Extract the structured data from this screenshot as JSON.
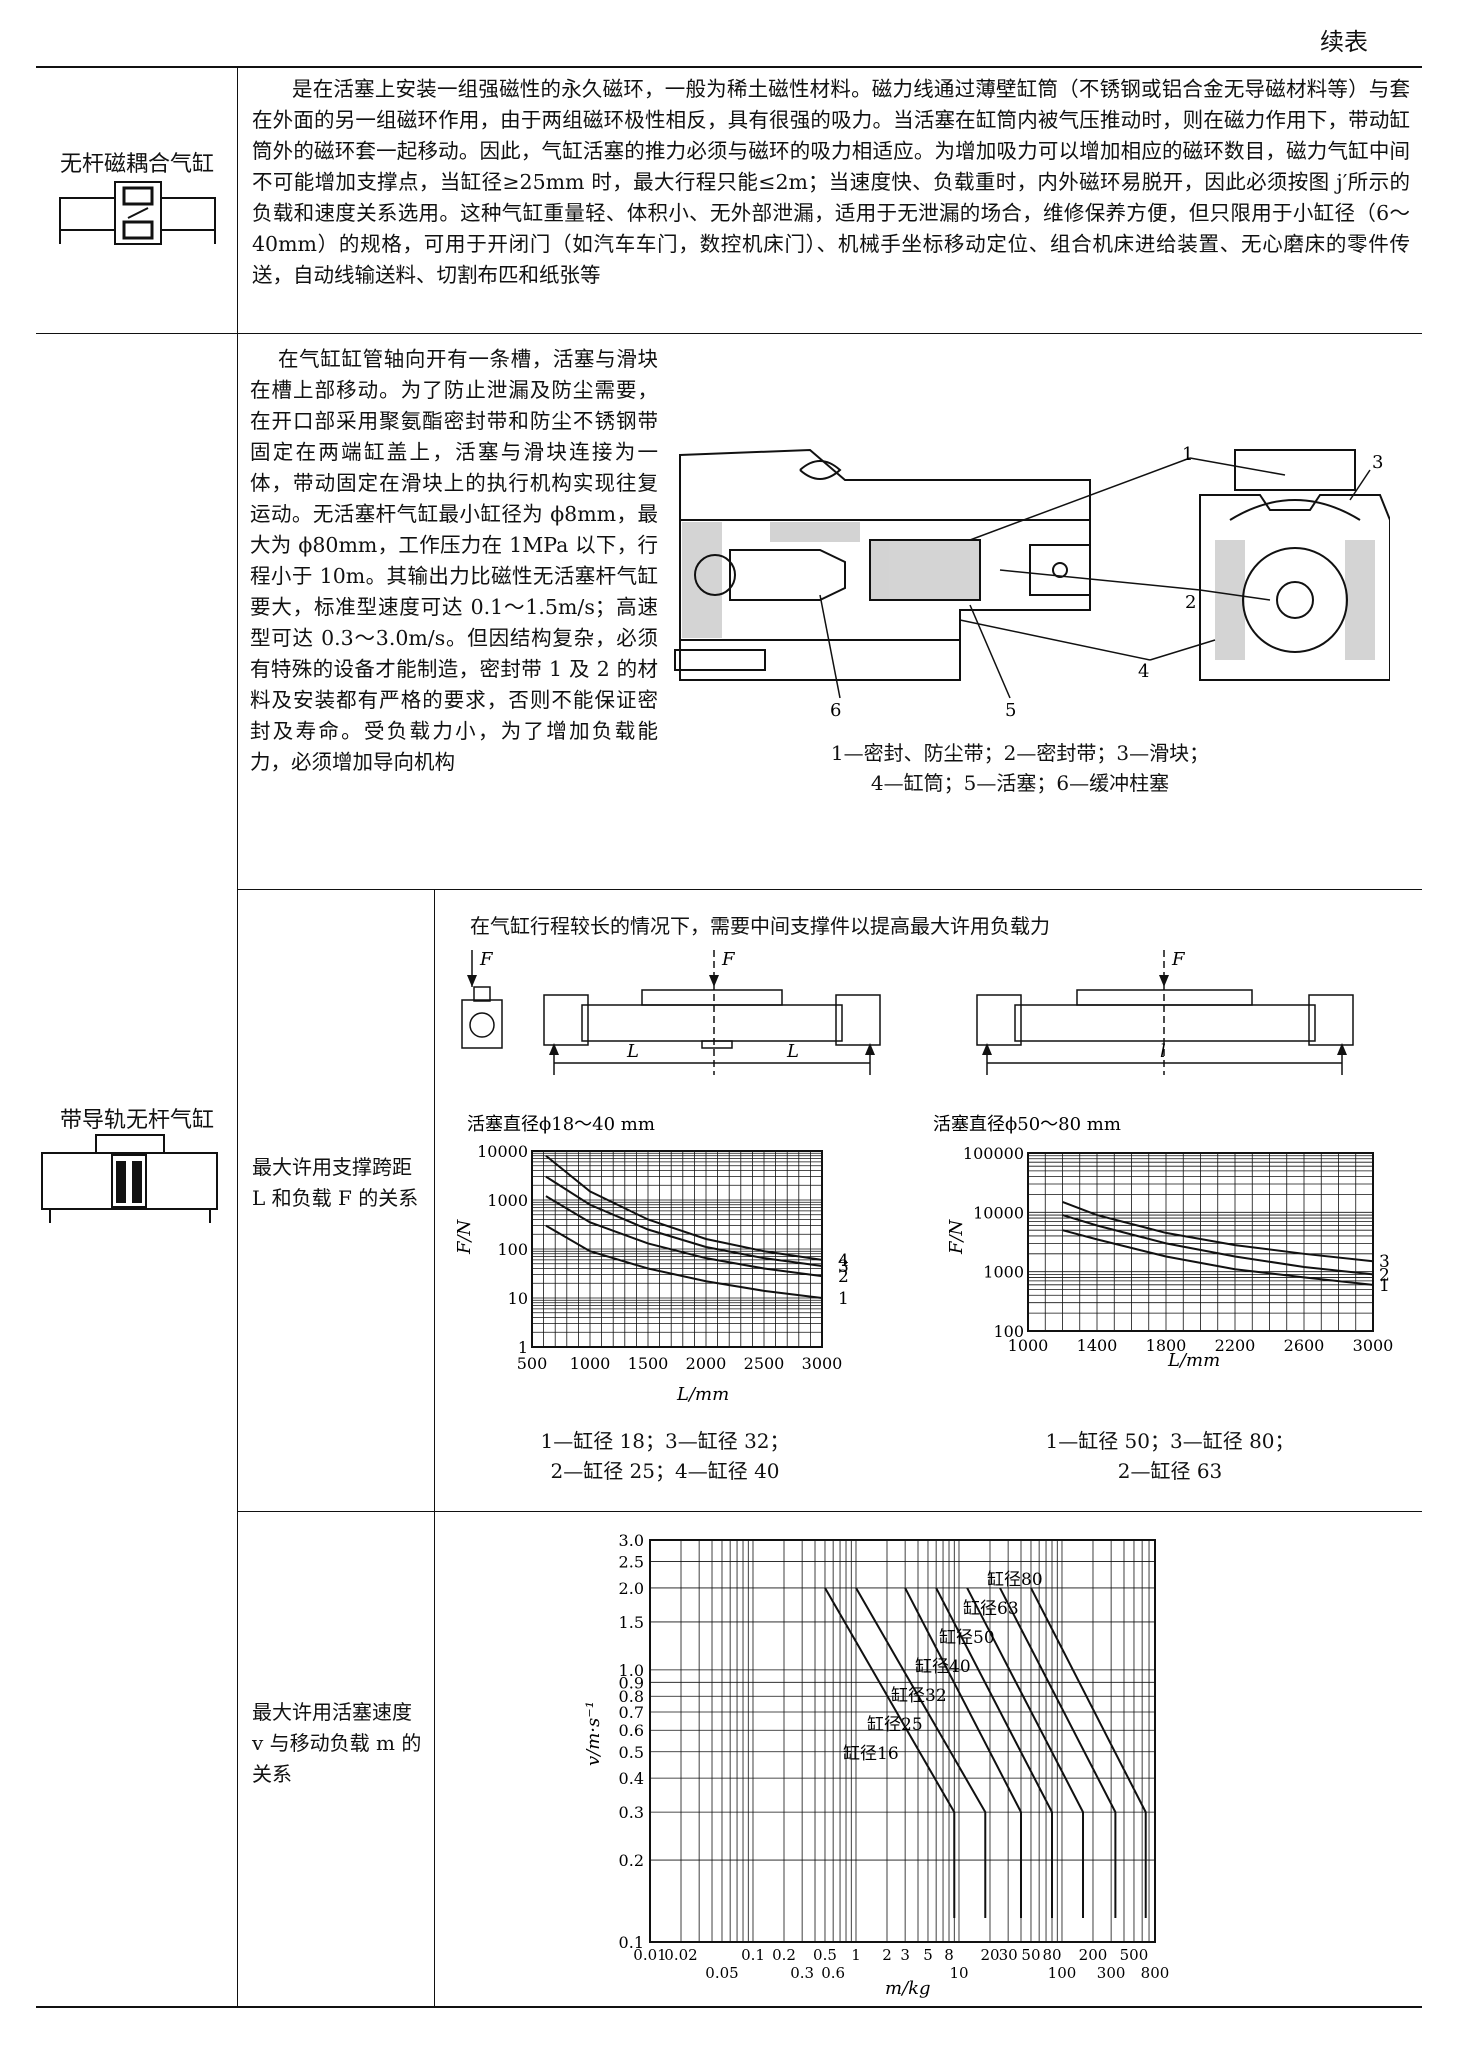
{
  "header": {
    "continued": "续表"
  },
  "row1": {
    "name": "无杆磁耦合气缸",
    "text": "是在活塞上安装一组强磁性的永久磁环，一般为稀土磁性材料。磁力线通过薄壁缸筒（不锈钢或铝合金无导磁材料等）与套在外面的另一组磁环作用，由于两组磁环极性相反，具有很强的吸力。当活塞在缸筒内被气压推动时，则在磁力作用下，带动缸筒外的磁环套一起移动。因此，气缸活塞的推力必须与磁环的吸力相适应。为增加吸力可以增加相应的磁环数目，磁力气缸中间不可能增加支撑点，当缸径≥25mm 时，最大行程只能≤2m；当速度快、负载重时，内外磁环易脱开，因此必须按图 j′所示的负载和速度关系选用。这种气缸重量轻、体积小、无外部泄漏，适用于无泄漏的场合，维修保养方便，但只限用于小缸径（6～40mm）的规格，可用于开闭门（如汽车车门，数控机床门）、机械手坐标移动定位、组合机床进给装置、无心磨床的零件传送，自动线输送料、切割布匹和纸张等"
  },
  "row2": {
    "name": "带导轨无杆气缸",
    "text": "在气缸缸管轴向开有一条槽，活塞与滑块在槽上部移动。为了防止泄漏及防尘需要，在开口部采用聚氨酯密封带和防尘不锈钢带固定在两端缸盖上，活塞与滑块连接为一体，带动固定在滑块上的执行机构实现往复运动。无活塞杆气缸最小缸径为 ϕ8mm，最大为 ϕ80mm，工作压力在 1MPa 以下，行程小于 10m。其输出力比磁性无活塞杆气缸要大，标准型速度可达 0.1～1.5m/s；高速型可达 0.3～3.0m/s。但因结构复杂，必须有特殊的设备才能制造，密封带 1 及 2 的材料及安装都有严格的要求，否则不能保证密封及寿命。受负载力小，为了增加负载能力，必须增加导向机构",
    "drawing_labels": [
      "1",
      "2",
      "3",
      "4",
      "5",
      "6"
    ],
    "caption_line1": "1—密封、防尘带；2—密封带；3—滑块；",
    "caption_line2": "4—缸筒；5—活塞；6—缓冲柱塞"
  },
  "row3": {
    "label": "最大许用支撑跨距 L 和负载 F 的关系",
    "note": "在气缸行程较长的情况下，需要中间支撑件以提高最大许用负载力",
    "force_label": "F",
    "span_label_L": "L",
    "span_label_l": "l",
    "chart1": {
      "title": "活塞直径ϕ18～40 mm",
      "ylabel": "F/N",
      "xlabel": "L/mm",
      "yticks": [
        "10000",
        "1000",
        "100",
        "10",
        "1"
      ],
      "xticks": [
        "500",
        "1000",
        "1500",
        "2000",
        "2500",
        "3000"
      ],
      "curve_labels": [
        "4",
        "3",
        "2",
        "1"
      ],
      "caption1": "1—缸径 18；3—缸径 32；",
      "caption2": "2—缸径 25；4—缸径 40"
    },
    "chart2": {
      "title": "活塞直径ϕ50～80 mm",
      "ylabel": "F/N",
      "xlabel": "L/mm",
      "yticks": [
        "100000",
        "10000",
        "1000",
        "100"
      ],
      "xticks": [
        "1000",
        "1400",
        "1800",
        "2200",
        "2600",
        "3000"
      ],
      "curve_labels": [
        "3",
        "2",
        "1"
      ],
      "caption1": "1—缸径 50；3—缸径 80；",
      "caption2": "2—缸径 63"
    }
  },
  "row4": {
    "label": "最大许用活塞速度 v 与移动负载 m 的关系",
    "chart": {
      "ylabel": "v/m·s⁻¹",
      "xlabel": "m/kg",
      "yticks": [
        "3.0",
        "2.5",
        "2.0",
        "1.5",
        "1.0",
        "0.9",
        "0.8",
        "0.7",
        "0.6",
        "0.5",
        "0.4",
        "0.3",
        "0.2",
        "0.1"
      ],
      "xticks_top": [
        "0.01",
        "0.02",
        "0.1",
        "0.2",
        "0.5",
        "1",
        "2",
        "3",
        "5",
        "8",
        "20",
        "30",
        "50",
        "80",
        "200",
        "500"
      ],
      "xticks_bottom": [
        "0.05",
        "0.3",
        "0.6",
        "10",
        "100",
        "300",
        "800"
      ],
      "curve_labels": [
        "缸径80",
        "缸径63",
        "缸径50",
        "缸径40",
        "缸径32",
        "缸径25",
        "缸径16"
      ]
    }
  },
  "chart_data": [
    {
      "type": "line",
      "title": "活塞直径ϕ18～40 mm",
      "xlabel": "L/mm",
      "ylabel": "F/N",
      "x": [
        500,
        1000,
        1500,
        2000,
        2500,
        3000
      ],
      "ylim": [
        1,
        10000
      ],
      "yscale": "log",
      "xlim": [
        500,
        3000
      ],
      "series": [
        {
          "name": "4",
          "values": [
            8000,
            1500,
            400,
            160,
            90,
            60
          ]
        },
        {
          "name": "3",
          "values": [
            3000,
            800,
            250,
            110,
            65,
            45
          ]
        },
        {
          "name": "2",
          "values": [
            1200,
            350,
            130,
            65,
            40,
            28
          ]
        },
        {
          "name": "1",
          "values": [
            300,
            90,
            40,
            22,
            14,
            10
          ]
        }
      ]
    },
    {
      "type": "line",
      "title": "活塞直径ϕ50～80 mm",
      "xlabel": "L/mm",
      "ylabel": "F/N",
      "x": [
        1200,
        1400,
        1800,
        2200,
        2600,
        3000
      ],
      "ylim": [
        100,
        100000
      ],
      "yscale": "log",
      "xlim": [
        1000,
        3000
      ],
      "series": [
        {
          "name": "3",
          "values": [
            15000,
            9000,
            4500,
            2800,
            2000,
            1500
          ]
        },
        {
          "name": "2",
          "values": [
            9000,
            6000,
            3000,
            1800,
            1200,
            900
          ]
        },
        {
          "name": "1",
          "values": [
            5000,
            3500,
            1800,
            1100,
            800,
            600
          ]
        }
      ]
    },
    {
      "type": "line",
      "xlabel": "m/kg",
      "ylabel": "v/m·s⁻¹",
      "xscale": "log",
      "yscale": "log",
      "xlim": [
        0.01,
        800
      ],
      "ylim": [
        0.1,
        3.0
      ],
      "series": [
        {
          "name": "缸径16",
          "values": [
            [
              0.5,
              2.0
            ],
            [
              9,
              0.3
            ]
          ]
        },
        {
          "name": "缸径25",
          "values": [
            [
              1,
              2.0
            ],
            [
              18,
              0.3
            ]
          ]
        },
        {
          "name": "缸径32",
          "values": [
            [
              3,
              2.0
            ],
            [
              40,
              0.3
            ]
          ]
        },
        {
          "name": "缸径40",
          "values": [
            [
              6,
              2.0
            ],
            [
              80,
              0.3
            ]
          ]
        },
        {
          "name": "缸径50",
          "values": [
            [
              12,
              2.0
            ],
            [
              160,
              0.3
            ]
          ]
        },
        {
          "name": "缸径63",
          "values": [
            [
              25,
              2.0
            ],
            [
              330,
              0.3
            ]
          ]
        },
        {
          "name": "缸径80",
          "values": [
            [
              50,
              2.0
            ],
            [
              650,
              0.3
            ]
          ]
        }
      ]
    }
  ]
}
